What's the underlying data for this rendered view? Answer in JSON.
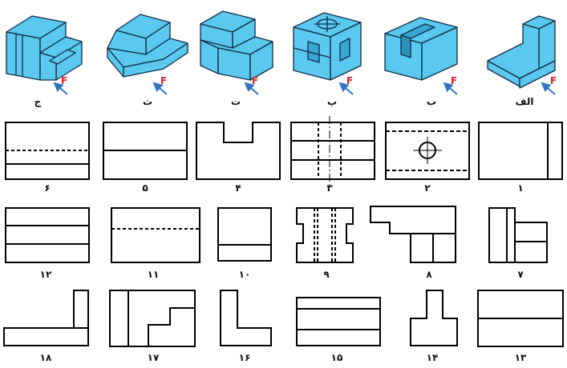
{
  "iso_labels": [
    "ج",
    "ث",
    "ت",
    "پ",
    "ب",
    "الف"
  ],
  "arrow_label": "F",
  "view_numbers": [
    "۱",
    "۲",
    "۳",
    "۴",
    "۵",
    "۶",
    "۷",
    "۸",
    "۹",
    "۱۰",
    "۱۱",
    "۱۲",
    "۱۳",
    "۱۴",
    "۱۵",
    "۱۶",
    "۱۷",
    "۱۸"
  ],
  "colors": {
    "solid_fill": "#5bc8ef",
    "solid_edge": "#0d2b45",
    "arrow": "#2f74c0",
    "arrow_label": "#e0242b",
    "line": "#000000"
  }
}
